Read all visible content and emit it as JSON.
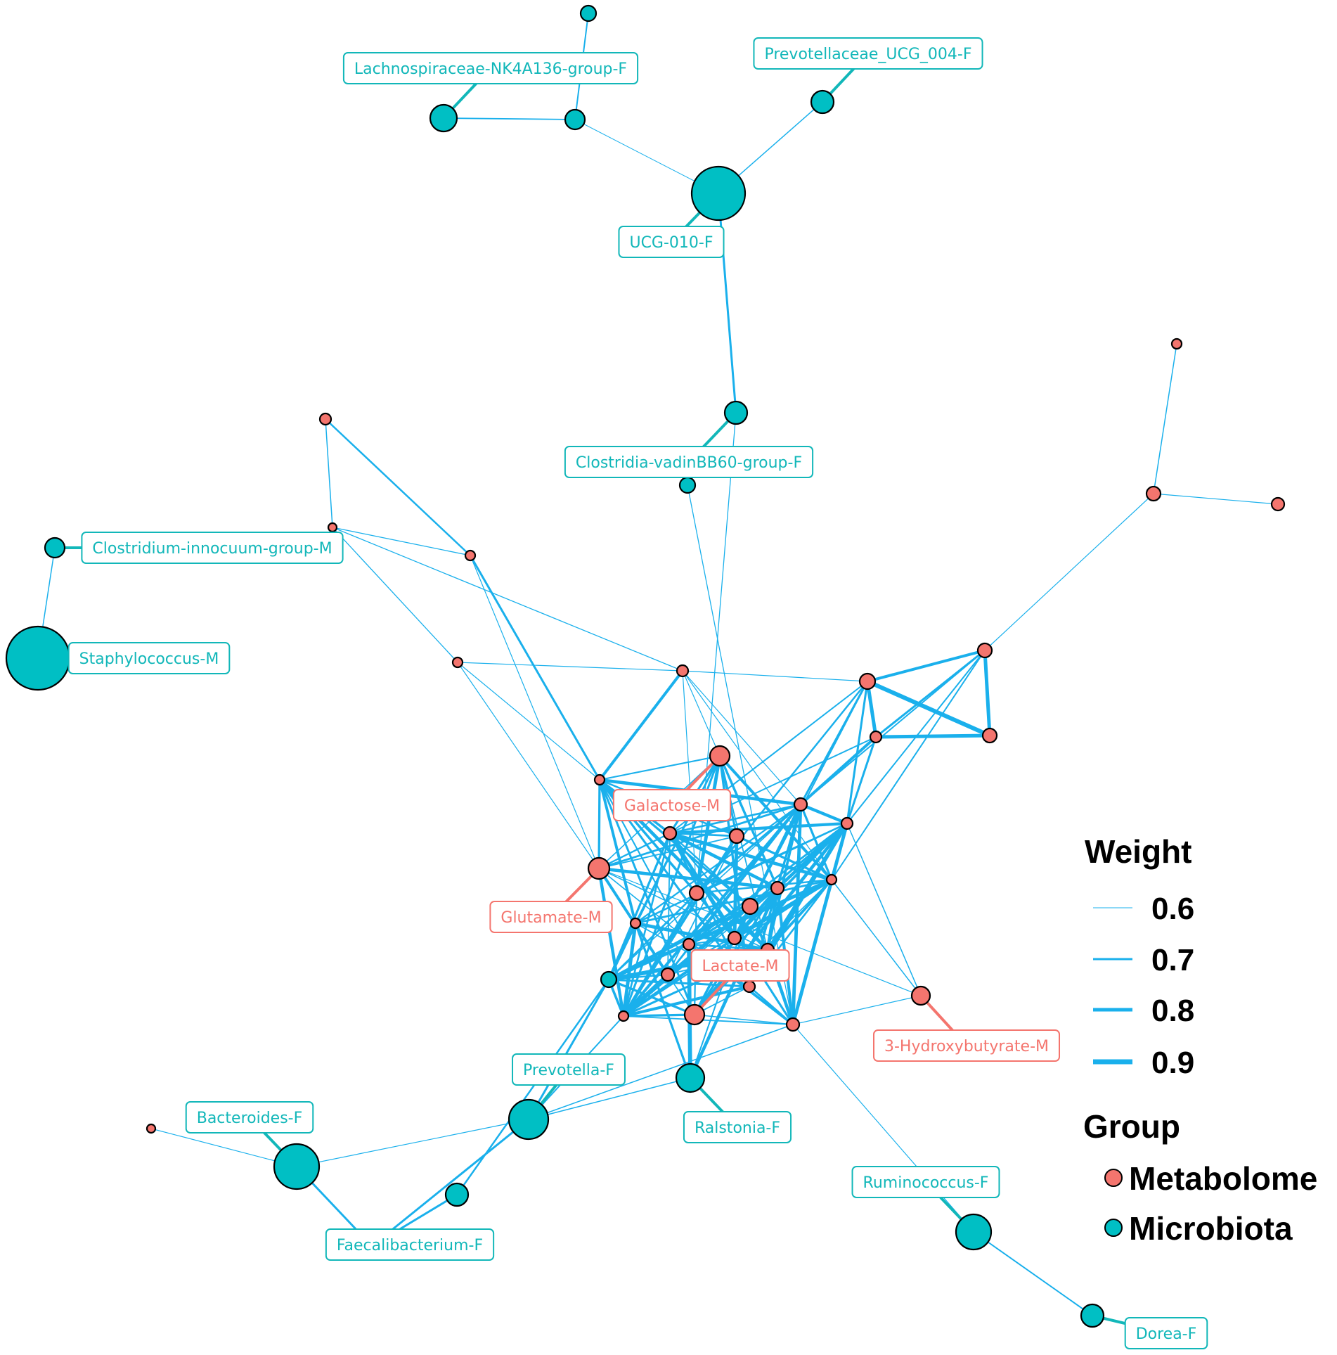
{
  "colors": {
    "edge": "#1AB0EC",
    "metabolome": "#F4756E",
    "microbiota": "#00BFC4",
    "metabolome_edge_label": "#F4756E",
    "microbiota_edge_label": "#12B7B9",
    "node_outline": "#000000"
  },
  "legend": {
    "weight_title": "Weight",
    "weight_items": [
      {
        "label": "0.6",
        "value": 0.6
      },
      {
        "label": "0.7",
        "value": 0.7
      },
      {
        "label": "0.8",
        "value": 0.8
      },
      {
        "label": "0.9",
        "value": 0.9
      }
    ],
    "group_title": "Group",
    "group_items": [
      {
        "label": "Metabolome",
        "group": "metabolome"
      },
      {
        "label": "Microbiota",
        "group": "microbiota"
      }
    ]
  },
  "labels": {
    "lachno": "Lachnospiraceae-NK4A136-group-F",
    "prevotellaceae": "Prevotellaceae_UCG_004-F",
    "ucg010": "UCG-010-F",
    "vadin": "Clostridia-vadinBB60-group-F",
    "innocuum": "Clostridium-innocuum-group-M",
    "staph": "Staphylococcus-M",
    "galactose": "Galactose-M",
    "glutamate": "Glutamate-M",
    "lactate": "Lactate-M",
    "hydroxy": "3-Hydroxybutyrate-M",
    "prevotella": "Prevotella-F",
    "bacteroides": "Bacteroides-F",
    "ralstonia": "Ralstonia-F",
    "faecali": "Faecalibacterium-F",
    "rumino": "Ruminococcus-F",
    "dorea": "Dorea-F"
  }
}
